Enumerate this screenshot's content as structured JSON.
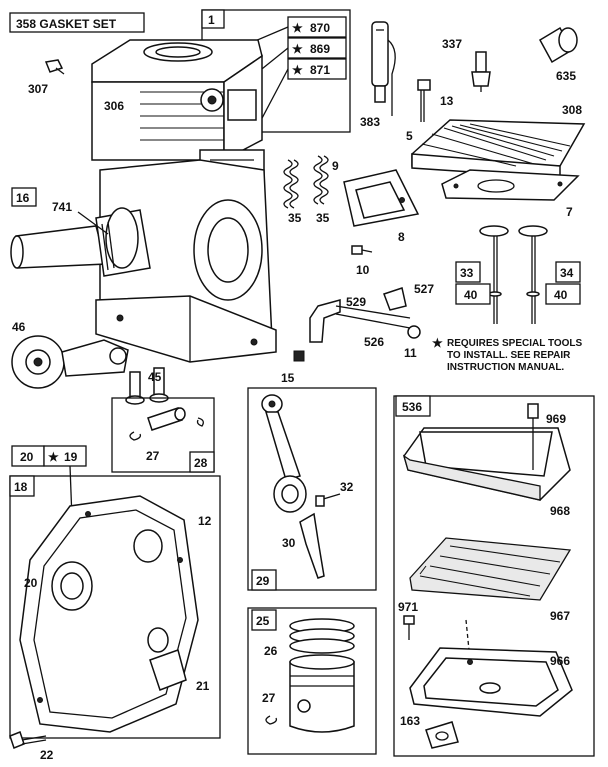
{
  "title": "358 GASKET SET",
  "parts": {
    "p1": "1",
    "p870": "870",
    "p869": "869",
    "p871": "871",
    "p307": "307",
    "p306": "306",
    "p383": "383",
    "p337": "337",
    "p635": "635",
    "p13": "13",
    "p5": "5",
    "p308": "308",
    "p7": "7",
    "p16": "16",
    "p741": "741",
    "p9": "9",
    "p8": "8",
    "p35a": "35",
    "p35b": "35",
    "p10": "10",
    "p33": "33",
    "p34": "34",
    "p40a": "40",
    "p40b": "40",
    "p46": "46",
    "p529": "529",
    "p527": "527",
    "p526": "526",
    "p11": "11",
    "p45": "45",
    "p15": "15",
    "p27a": "27",
    "p28": "28",
    "p32": "32",
    "p30": "30",
    "p29": "29",
    "p20box": "20",
    "p19": "19",
    "p18": "18",
    "p12": "12",
    "p20": "20",
    "p21": "21",
    "p22": "22",
    "p25": "25",
    "p26": "26",
    "p27b": "27",
    "p536": "536",
    "p969": "969",
    "p968": "968",
    "p967": "967",
    "p971": "971",
    "p966": "966",
    "p163": "163"
  },
  "note": {
    "line1": "REQUIRES SPECIAL TOOLS",
    "line2": "TO INSTALL.  SEE REPAIR",
    "line3": "INSTRUCTION MANUAL."
  },
  "icons": {
    "star": "★"
  }
}
